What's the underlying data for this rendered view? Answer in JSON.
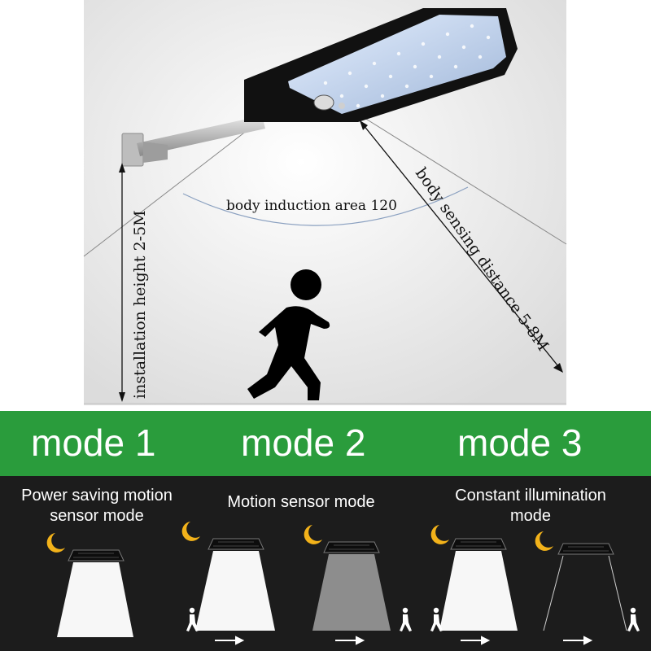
{
  "diagram": {
    "induction_area_label": "body induction area 120",
    "installation_height_label": "installation height 2-5M",
    "sensing_distance_label": "body sensing distance 5-8M"
  },
  "modes": [
    {
      "title": "mode 1",
      "description_lines": [
        "Power saving motion",
        "sensor mode"
      ]
    },
    {
      "title": "mode 2",
      "description_lines": [
        "Motion sensor mode"
      ]
    },
    {
      "title": "mode 3",
      "description_lines": [
        "Constant illumination",
        "mode"
      ]
    }
  ],
  "colors": {
    "band_green": "#2a9c3c",
    "panel_dark": "#1c1c1c",
    "moon": "#f2b21a"
  }
}
